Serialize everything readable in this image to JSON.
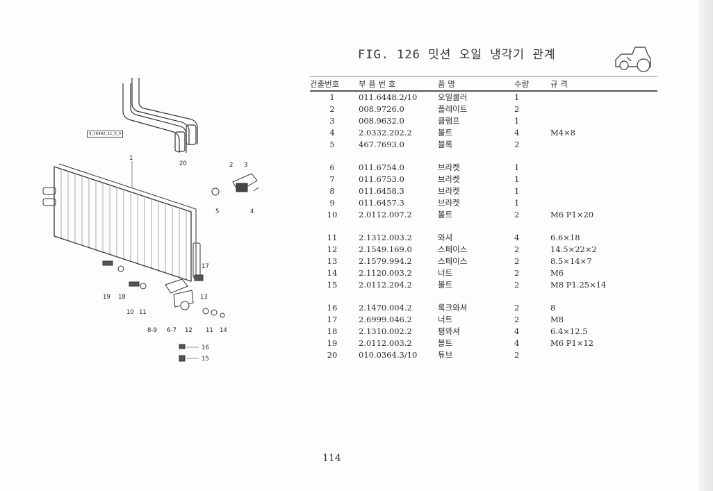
{
  "figure": {
    "title": "FIG. 126 밋션 오일 냉각기 관계",
    "drawing_code": "9_16482_11_0_0",
    "callouts": [
      "20",
      "1",
      "2",
      "3",
      "5",
      "4",
      "17",
      "19",
      "18",
      "10",
      "11",
      "13",
      "8-9",
      "6-7",
      "12",
      "11",
      "14",
      "16",
      "15"
    ]
  },
  "table": {
    "headers": [
      "건출번호",
      "부 품 번 호",
      "품   명",
      "수량",
      "규        격"
    ],
    "groups": [
      [
        {
          "ref": "1",
          "part_no": "011.6448.2/10",
          "name": "오일쿨러",
          "qty": "1",
          "spec": ""
        },
        {
          "ref": "2",
          "part_no": "008.9726.0",
          "name": "플레이트",
          "qty": "2",
          "spec": ""
        },
        {
          "ref": "3",
          "part_no": "008.9632.0",
          "name": "클램프",
          "qty": "1",
          "spec": ""
        },
        {
          "ref": "4",
          "part_no": "2.0332.202.2",
          "name": "볼트",
          "qty": "4",
          "spec": "M4×8"
        },
        {
          "ref": "5",
          "part_no": "467.7693.0",
          "name": "블록",
          "qty": "2",
          "spec": ""
        }
      ],
      [
        {
          "ref": "6",
          "part_no": "011.6754.0",
          "name": "브라켓",
          "qty": "1",
          "spec": ""
        },
        {
          "ref": "7",
          "part_no": "011.6753.0",
          "name": "브라켓",
          "qty": "1",
          "spec": ""
        },
        {
          "ref": "8",
          "part_no": "011.6458.3",
          "name": "브라켓",
          "qty": "1",
          "spec": ""
        },
        {
          "ref": "9",
          "part_no": "011.6457.3",
          "name": "브라켓",
          "qty": "1",
          "spec": ""
        },
        {
          "ref": "10",
          "part_no": "2.0112.007.2",
          "name": "볼트",
          "qty": "2",
          "spec": "M6 P1×20"
        }
      ],
      [
        {
          "ref": "11",
          "part_no": "2.1312.003.2",
          "name": "와셔",
          "qty": "4",
          "spec": "6.6×18"
        },
        {
          "ref": "12",
          "part_no": "2.1549.169.0",
          "name": "스페이스",
          "qty": "2",
          "spec": "14.5×22×2"
        },
        {
          "ref": "13",
          "part_no": "2.1579.994.2",
          "name": "스페이스",
          "qty": "2",
          "spec": "8.5×14×7"
        },
        {
          "ref": "14",
          "part_no": "2.1120.003.2",
          "name": "너트",
          "qty": "2",
          "spec": "M6"
        },
        {
          "ref": "15",
          "part_no": "2.0112.204.2",
          "name": "볼트",
          "qty": "2",
          "spec": "M8 P1.25×14"
        }
      ],
      [
        {
          "ref": "16",
          "part_no": "2.1470.004.2",
          "name": "록크와셔",
          "qty": "2",
          "spec": "8"
        },
        {
          "ref": "17",
          "part_no": "2.6999.046.2",
          "name": "너트",
          "qty": "2",
          "spec": "M8"
        },
        {
          "ref": "18",
          "part_no": "2.1310.002.2",
          "name": "평와셔",
          "qty": "4",
          "spec": "6.4×12.5"
        },
        {
          "ref": "19",
          "part_no": "2.0112.003.2",
          "name": "볼트",
          "qty": "4",
          "spec": "M6 P1×12"
        },
        {
          "ref": "20",
          "part_no": "010.0364.3/10",
          "name": "튜브",
          "qty": "2",
          "spec": ""
        }
      ]
    ]
  },
  "page_number": "114",
  "icons": {
    "tractor": "tractor-icon"
  }
}
